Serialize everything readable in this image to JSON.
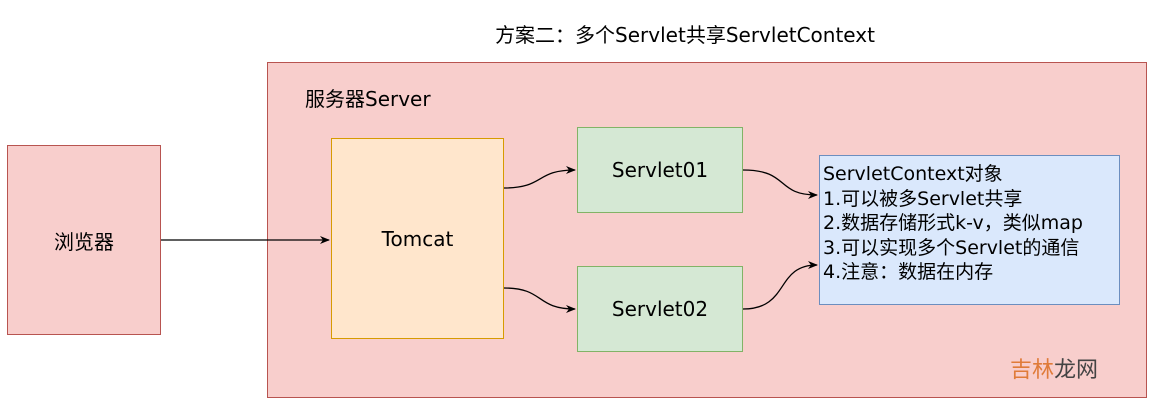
{
  "title": "方案二：多个Servlet共享ServletContext",
  "server": {
    "label": "服务器Server"
  },
  "browser": {
    "label": "浏览器"
  },
  "tomcat": {
    "label": "Tomcat"
  },
  "servlets": [
    {
      "label": "Servlet01"
    },
    {
      "label": "Servlet02"
    }
  ],
  "context": {
    "lines": [
      "ServletContext对象",
      "1.可以被多Servlet共享",
      "2.数据存储形式k-v，类似map",
      "3.可以实现多个Servlet的通信",
      "4.注意：数据在内存"
    ]
  },
  "watermark": {
    "part1": "吉林",
    "part2": "龙网"
  },
  "colors": {
    "red_fill": "#f8cecc",
    "red_stroke": "#b85450",
    "orange_fill": "#ffe6cc",
    "orange_stroke": "#d79b00",
    "green_fill": "#d5e8d4",
    "green_stroke": "#82b366",
    "blue_fill": "#dae8fc",
    "blue_stroke": "#6c8ebf"
  }
}
